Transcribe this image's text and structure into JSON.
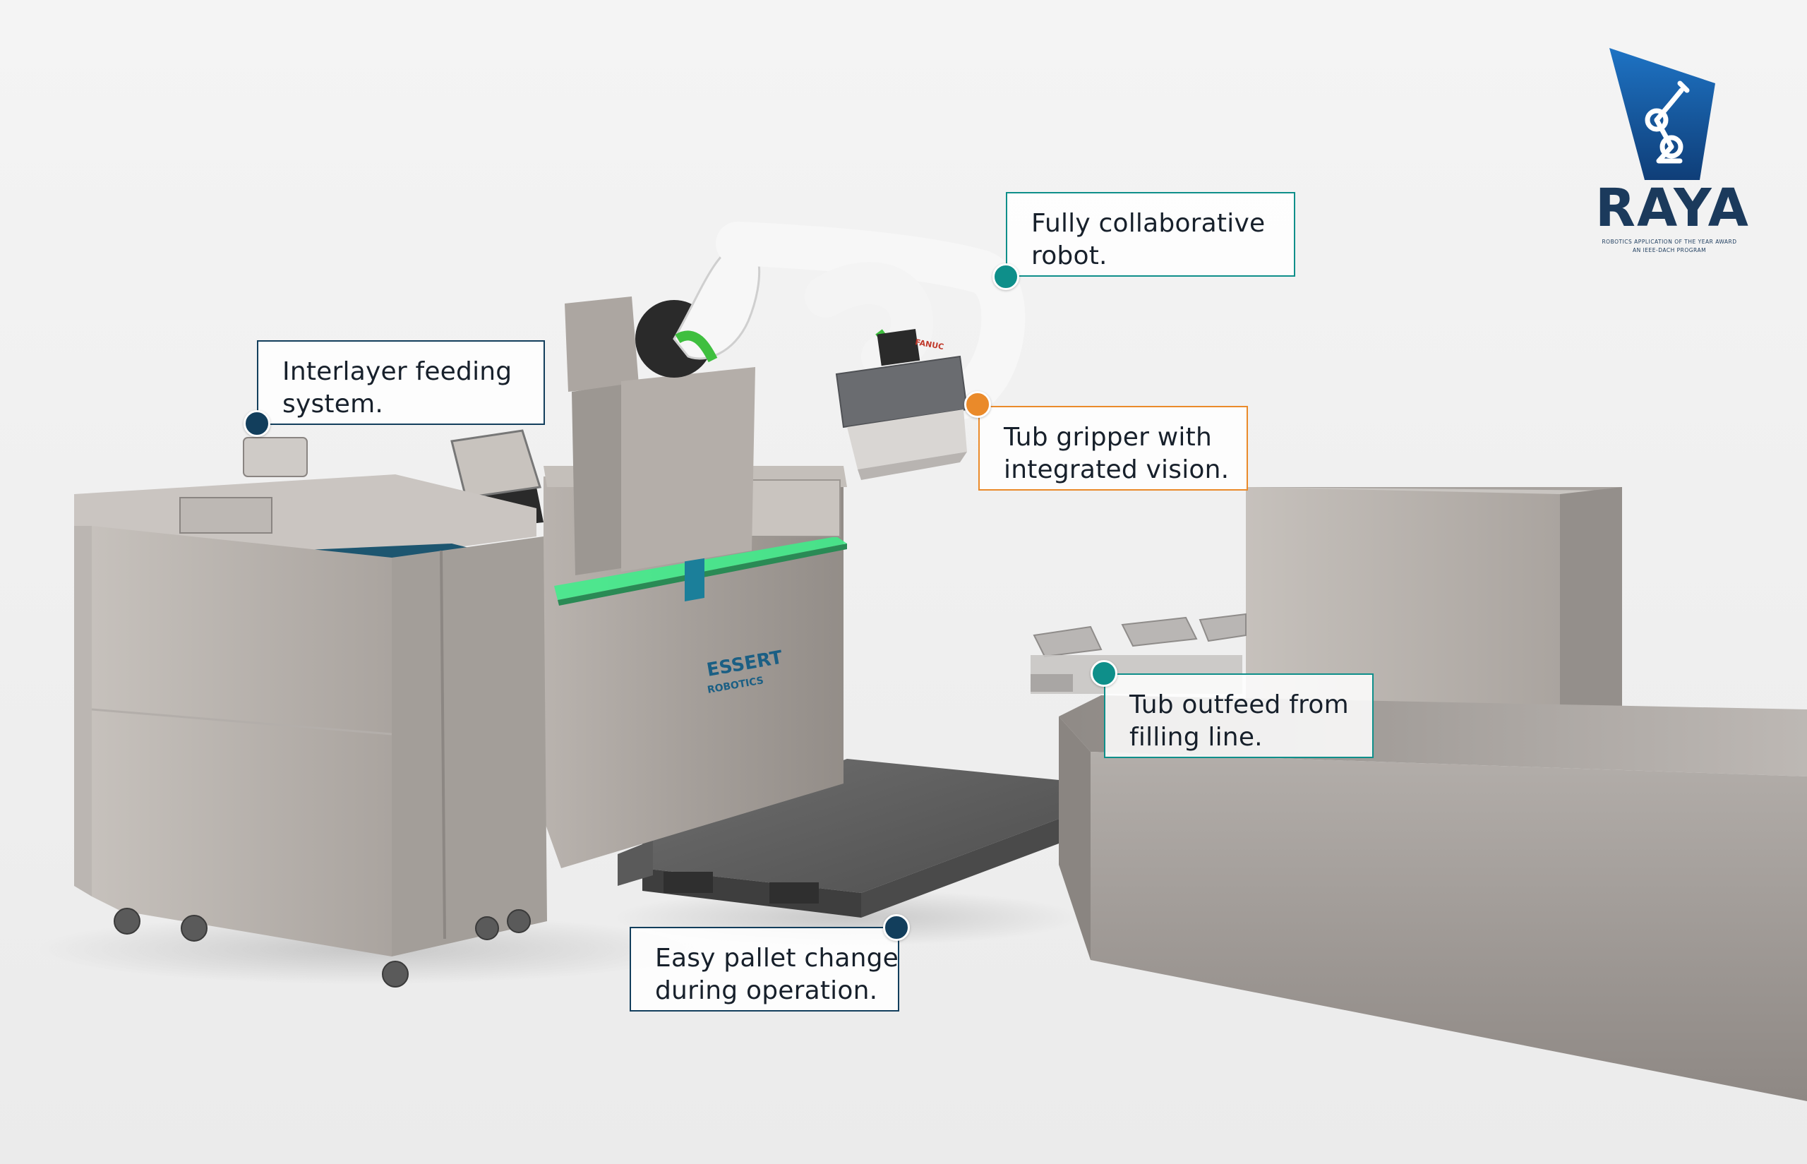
{
  "callouts": {
    "robot": {
      "line1": "Fully collaborative",
      "line2": "robot.",
      "color": "#0e8f8a"
    },
    "interlayer": {
      "line1": "Interlayer feeding",
      "line2": "system.",
      "color": "#123e5c"
    },
    "gripper": {
      "line1": "Tub gripper with",
      "line2": "integrated vision.",
      "color": "#ea8a2a"
    },
    "outfeed": {
      "line1": "Tub outfeed from",
      "line2": "filling line.",
      "color": "#0e8f8a"
    },
    "pallet": {
      "line1": "Easy pallet change",
      "line2": "during operation.",
      "color": "#123e5c"
    }
  },
  "machine_brand": {
    "line1": "ESSERT",
    "line2": "ROBOTICS"
  },
  "robot_brand": "FANUC",
  "logo": {
    "word": "RAYA",
    "tagline": "ROBOTICS APPLICATION OF THE YEAR AWARD",
    "program": "AN IEEE-DACH PROGRAM",
    "icon": "robot-arm-icon",
    "colors": {
      "shield_top": "#1e73c4",
      "shield_bottom": "#0f3e78",
      "text": "#1b3a5c"
    }
  },
  "colors": {
    "teal": "#0e8f8a",
    "navy": "#123e5c",
    "orange": "#ea8a2a",
    "led": "#3cf08a"
  }
}
